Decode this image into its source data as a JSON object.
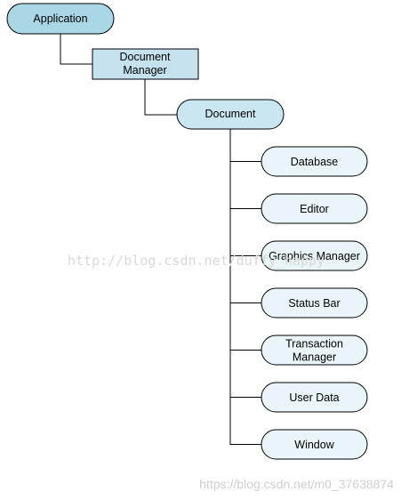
{
  "colors": {
    "application_fill": "#a9d7e6",
    "manager_fill": "#c5e2ee",
    "document_fill": "#c9e6f1",
    "child_fill": "#eaf5f9",
    "stroke": "#000000"
  },
  "nodes": {
    "application": "Application",
    "document_manager": [
      "Document",
      "Manager"
    ],
    "document": "Document",
    "children": [
      {
        "id": "database",
        "lines": [
          "Database"
        ]
      },
      {
        "id": "editor",
        "lines": [
          "Editor"
        ]
      },
      {
        "id": "graphics-manager",
        "lines": [
          "Graphics Manager"
        ]
      },
      {
        "id": "status-bar",
        "lines": [
          "Status Bar"
        ]
      },
      {
        "id": "transaction-manager",
        "lines": [
          "Transaction",
          "Manager"
        ]
      },
      {
        "id": "user-data",
        "lines": [
          "User Data"
        ]
      },
      {
        "id": "window",
        "lines": [
          "Window"
        ]
      }
    ]
  },
  "watermarks": {
    "center": "http://blog.csdn.net/duffy_happy",
    "bottom": "https://blog.csdn.net/m0_37638874"
  }
}
